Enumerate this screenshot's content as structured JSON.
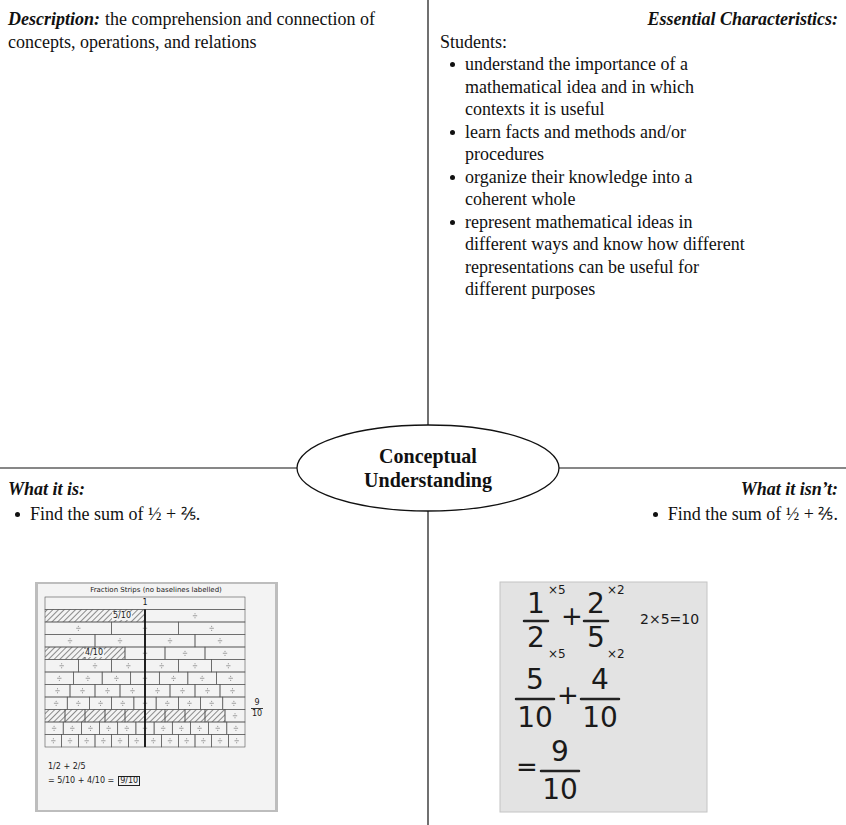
{
  "diagram": {
    "nodes": [
      {
        "text": [
          "Description:",
          "the comprehension and connection of concepts, operations, and relations"
        ]
      },
      {
        "text": [
          "Essential Characteristics:",
          "Students:",
          "understand the importance of a mathematical idea and in which contexts it is useful",
          "learn facts and methods and/or procedures",
          "organize their knowledge into a coherent whole",
          "represent mathematical ideas in different ways and know how different representations can be useful for different purposes"
        ]
      },
      {
        "text": [
          "Conceptual Understanding"
        ]
      },
      {
        "text": [
          "What it is:",
          "Find the sum of ½ + ⅖."
        ]
      },
      {
        "text": [
          "What it isn’t:",
          "Find the sum of ½ + ⅖."
        ]
      }
    ],
    "labels": [
      "Fraction Strips (no baselines labelled)",
      "1",
      "5/10",
      "4/10",
      "9",
      "10",
      "1/2 + 2/5",
      "= 5/10 + 4/10 =",
      "9/10",
      "1",
      "×5",
      "2",
      "×5",
      "+",
      "2",
      "×2",
      "5",
      "×2",
      "2×5=10",
      "5",
      "10",
      "+",
      "4",
      "10",
      "=",
      "9",
      "10"
    ]
  }
}
